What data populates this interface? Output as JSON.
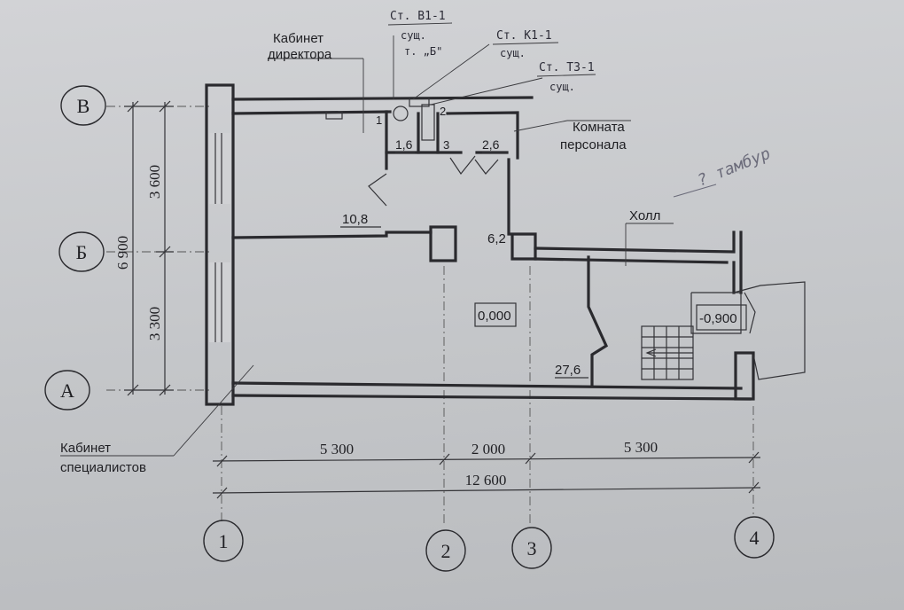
{
  "axes": {
    "rows": [
      "В",
      "Б",
      "А"
    ],
    "cols": [
      "1",
      "2",
      "3",
      "4"
    ]
  },
  "dimensions": {
    "vertical_total": "6 900",
    "vertical_upper": "3 600",
    "vertical_lower": "3 300",
    "horizontal": [
      "5 300",
      "2 000",
      "5 300"
    ],
    "horizontal_total": "12 600"
  },
  "rooms": {
    "director": "Кабинет\nдиректора",
    "staff": "Комната\nперсонала",
    "hall": "Холл",
    "specialists": "Кабинет\nспециалистов"
  },
  "areas": {
    "director": "10,8",
    "wc1": "1,6",
    "staff": "2,6",
    "corridor": "6,2",
    "hall": "27,6"
  },
  "room_numbers": [
    "1",
    "2",
    "3"
  ],
  "levels": {
    "main": "0,000",
    "lower": "-0,900"
  },
  "risers": {
    "b1": {
      "name": "Ст. В1-1",
      "status": "сущ.",
      "note": "т. „Б\""
    },
    "k1": {
      "name": "Ст. К1-1",
      "status": "сущ."
    },
    "t3": {
      "name": "Ст. ТЗ-1",
      "status": "сущ."
    }
  },
  "pencil_note": "? тамбур"
}
